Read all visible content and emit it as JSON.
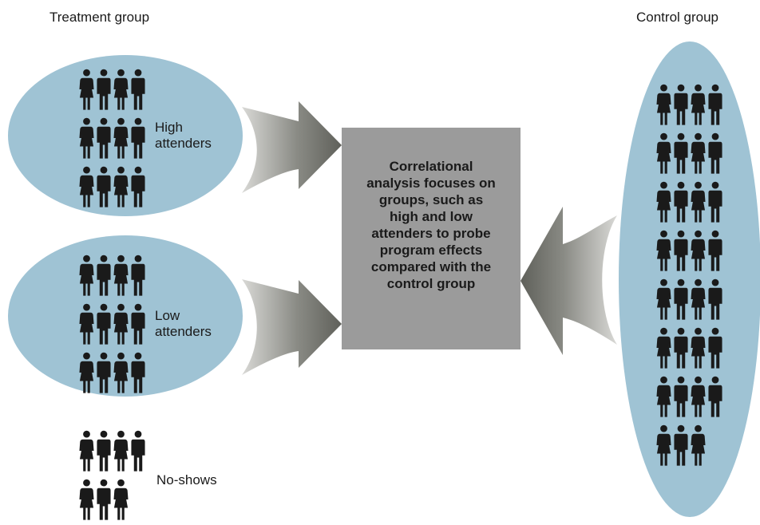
{
  "treatment_group_label": "Treatment group",
  "control_group_label": "Control group",
  "high_attenders_label": "High\nattenders",
  "low_attenders_label": "Low\nattenders",
  "no_shows_label": "No-shows",
  "center_text": "Correlational\nanalysis focuses on\ngroups, such as\nhigh and low\nattenders to probe\nprogram effects\ncompared with the\ncontrol group",
  "colors": {
    "ellipse": "#9fc3d4",
    "box": "#9b9b9b",
    "arrow": "#5f605a",
    "figure": "#1a1a1a"
  },
  "icon": "person-icon",
  "groups": {
    "high_attenders": 12,
    "low_attenders": 12,
    "no_shows": 7,
    "control": 31
  }
}
